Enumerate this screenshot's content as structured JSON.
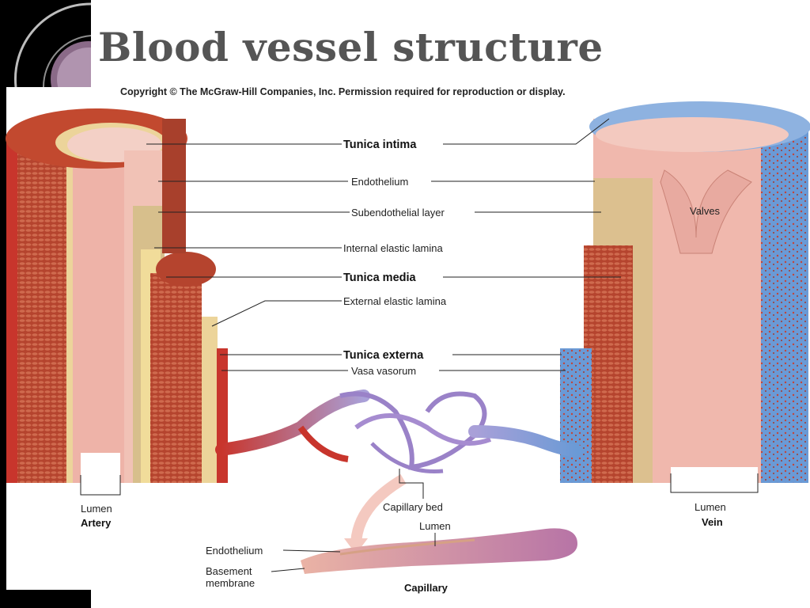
{
  "slide": {
    "title": "Blood vessel structure",
    "copyright": "Copyright © The McGraw-Hill Companies, Inc. Permission required for reproduction or display."
  },
  "labels": {
    "tunica_intima": "Tunica intima",
    "endothelium": "Endothelium",
    "subendothelial_layer": "Subendothelial layer",
    "internal_elastic_lamina": "Internal elastic lamina",
    "tunica_media": "Tunica media",
    "external_elastic_lamina": "External elastic lamina",
    "tunica_externa": "Tunica externa",
    "vasa_vasorum": "Vasa vasorum",
    "valves": "Valves",
    "capillary_bed": "Capillary bed",
    "artery_lumen": "Lumen",
    "artery": "Artery",
    "vein_lumen": "Lumen",
    "vein": "Vein",
    "capillary_lumen": "Lumen",
    "capillary_endothelium": "Endothelium",
    "basement_membrane_line1": "Basement",
    "basement_membrane_line2": "membrane",
    "capillary": "Capillary"
  },
  "colors": {
    "artery_red": "#c8352c",
    "muscle_red": "#b5442e",
    "intima_pink": "#eeb3a8",
    "elastic_yellow": "#ecd49a",
    "vein_blue": "#6a9ad6",
    "capillary_purple": "#9a82c8",
    "title_gray": "#555555"
  }
}
